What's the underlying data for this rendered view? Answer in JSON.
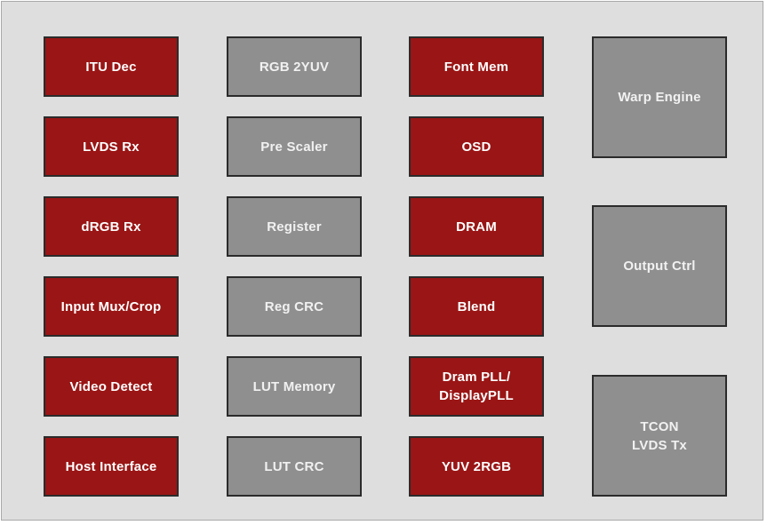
{
  "diagram": {
    "background_color": "#DEDEDE",
    "block_colors": {
      "red": "#9A1515",
      "gray": "#8F8F8F",
      "border": "#2B2B2B",
      "text_on_red": "#FFFFFF",
      "text_on_gray": "#F1F1F1"
    },
    "columns": [
      {
        "id": "column-1",
        "blocks": [
          {
            "label": "ITU Dec",
            "variant": "red"
          },
          {
            "label": "LVDS Rx",
            "variant": "red"
          },
          {
            "label": "dRGB Rx",
            "variant": "red"
          },
          {
            "label": "Input Mux/Crop",
            "variant": "red"
          },
          {
            "label": "Video Detect",
            "variant": "red"
          },
          {
            "label": "Host Interface",
            "variant": "red"
          }
        ]
      },
      {
        "id": "column-2",
        "blocks": [
          {
            "label": "RGB 2YUV",
            "variant": "gray"
          },
          {
            "label": "Pre Scaler",
            "variant": "gray"
          },
          {
            "label": "Register",
            "variant": "gray"
          },
          {
            "label": "Reg CRC",
            "variant": "gray"
          },
          {
            "label": "LUT Memory",
            "variant": "gray"
          },
          {
            "label": "LUT CRC",
            "variant": "gray"
          }
        ]
      },
      {
        "id": "column-3",
        "blocks": [
          {
            "label": "Font Mem",
            "variant": "red"
          },
          {
            "label": "OSD",
            "variant": "red"
          },
          {
            "label": "DRAM",
            "variant": "red"
          },
          {
            "label": "Blend",
            "variant": "red"
          },
          {
            "label": "Dram PLL/\nDisplayPLL",
            "variant": "red"
          },
          {
            "label": "YUV 2RGB",
            "variant": "red"
          }
        ]
      },
      {
        "id": "column-4",
        "blocks": [
          {
            "label": "Warp Engine",
            "variant": "gray"
          },
          {
            "label": "Output Ctrl",
            "variant": "gray"
          },
          {
            "label": "TCON\nLVDS Tx",
            "variant": "gray"
          }
        ]
      }
    ]
  }
}
